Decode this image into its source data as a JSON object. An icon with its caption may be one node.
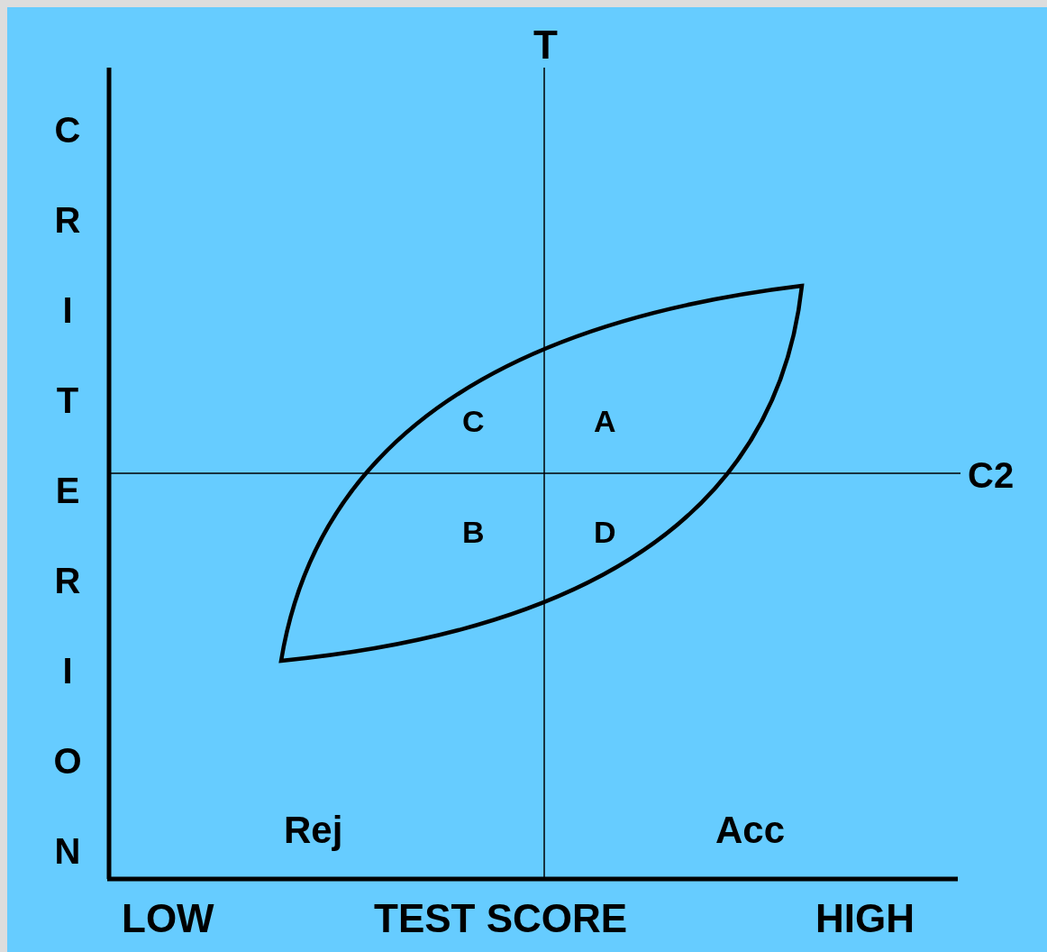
{
  "diagram": {
    "labels": [
      "T",
      "CRITERION",
      "C",
      "A",
      "C2",
      "B",
      "D",
      "Rej",
      "Acc",
      "LOW",
      "TEST SCORE",
      "HIGH"
    ]
  }
}
